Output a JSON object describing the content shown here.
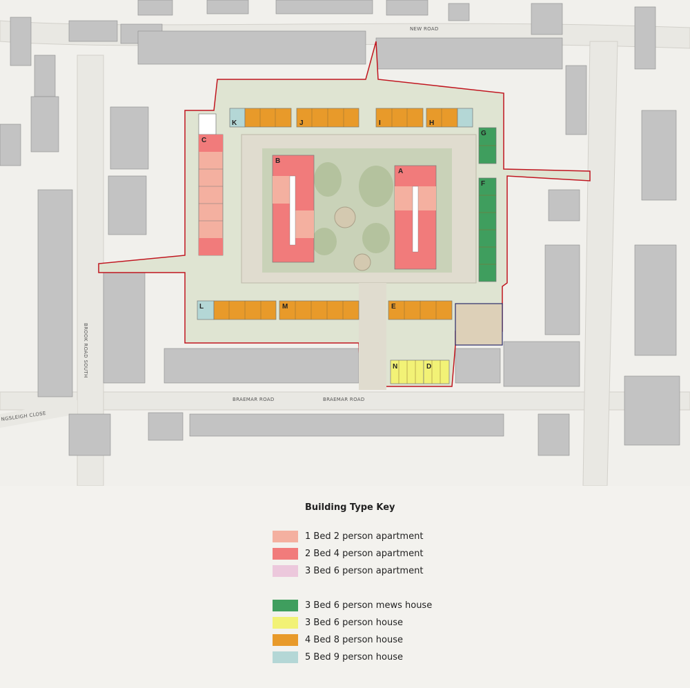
{
  "roads": {
    "new_road": "NEW ROAD",
    "braemar_road_1": "BRAEMAR ROAD",
    "braemar_road_2": "BRAEMAR ROAD",
    "brook_road_south": "BROOK ROAD SOUTH",
    "kingsleigh_close": "NGSLEIGH CLOSE"
  },
  "blocks": {
    "a": "A",
    "b": "B",
    "c": "C",
    "d": "D",
    "e": "E",
    "f": "F",
    "g": "G",
    "h": "H",
    "i": "I",
    "j": "J",
    "k": "K",
    "l": "L",
    "m": "M",
    "n": "N"
  },
  "legend": {
    "title": "Building Type Key",
    "items": [
      {
        "label": "1 Bed 2 person apartment",
        "color": "#f4b0a0"
      },
      {
        "label": "2 Bed 4 person apartment",
        "color": "#f17b7b"
      },
      {
        "label": "3 Bed 6 person apartment",
        "color": "#ecc8dc"
      },
      {
        "label": "3 Bed 6 person mews house",
        "color": "#3f9e5e"
      },
      {
        "label": "3 Bed 6 person house",
        "color": "#f2f276"
      },
      {
        "label": "4 Bed 8 person house",
        "color": "#e89a2a"
      },
      {
        "label": "5 Bed 9 person house",
        "color": "#b4d7d6"
      }
    ]
  },
  "colors": {
    "site_boundary": "#c0141e",
    "existing_buildings": "#c3c3c3",
    "landscape": "#c9d2b8",
    "paving": "#e0dccf"
  }
}
